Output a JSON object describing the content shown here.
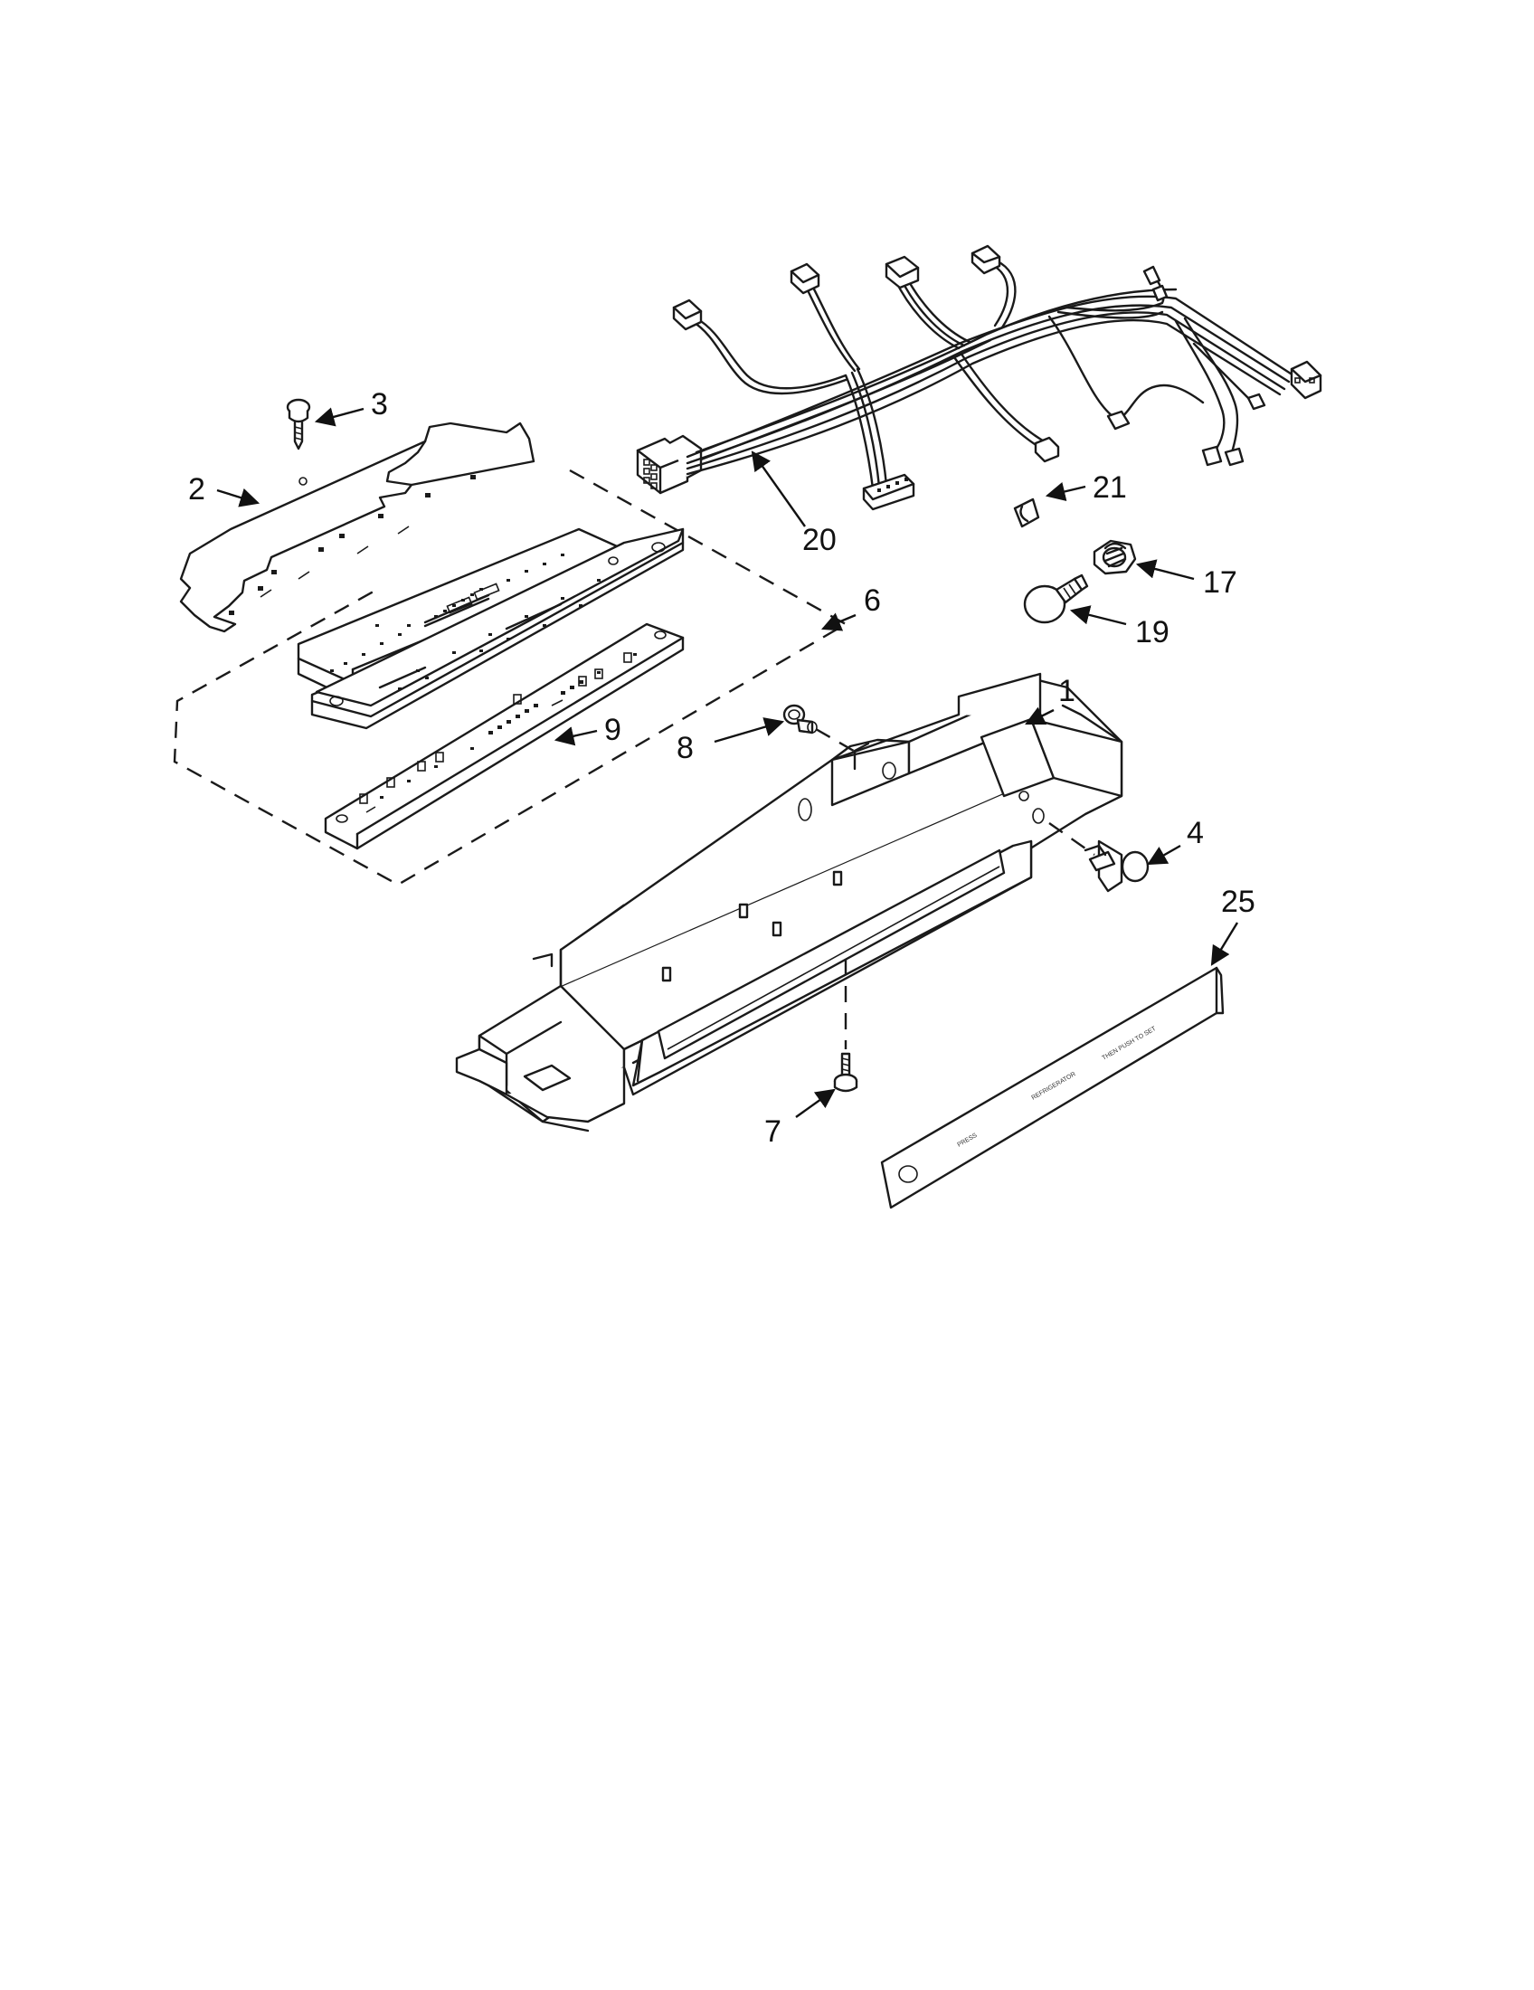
{
  "diagram": {
    "callouts": [
      {
        "label": "1"
      },
      {
        "label": "2"
      },
      {
        "label": "3"
      },
      {
        "label": "4"
      },
      {
        "label": "6"
      },
      {
        "label": "7"
      },
      {
        "label": "8"
      },
      {
        "label": "9"
      },
      {
        "label": "17"
      },
      {
        "label": "19"
      },
      {
        "label": "20"
      },
      {
        "label": "21"
      },
      {
        "label": "25"
      }
    ]
  }
}
